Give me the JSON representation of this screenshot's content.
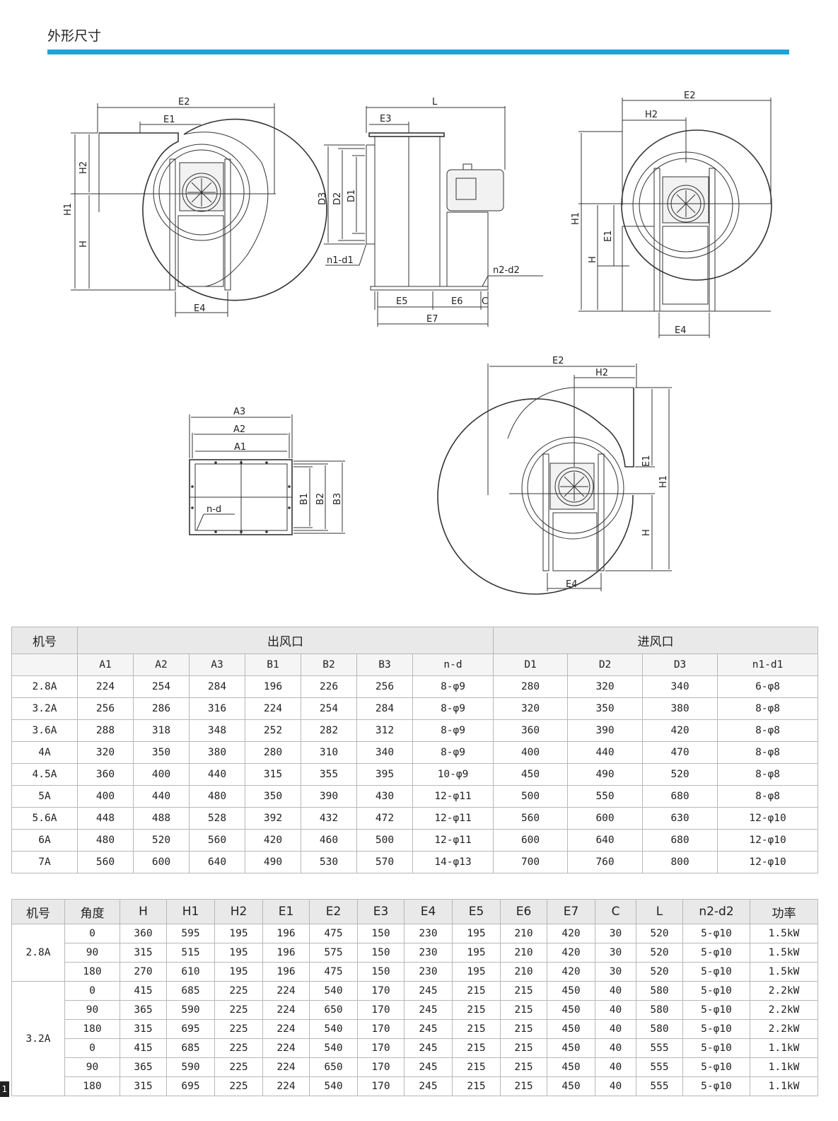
{
  "page": {
    "title": "外形尺寸",
    "page_number": "1",
    "accent_color": "#1ea3d8"
  },
  "drawings": {
    "front_view": {
      "E2": "E2",
      "E1": "E1",
      "H2": "H2",
      "H1": "H1",
      "H": "H",
      "E4": "E4"
    },
    "side_view": {
      "L": "L",
      "E3": "E3",
      "D3": "D3",
      "D2": "D2",
      "D1": "D1",
      "n1d1": "n1-d1",
      "n2d2": "n2-d2",
      "E5": "E5",
      "E6": "E6",
      "C": "C",
      "E7": "E7"
    },
    "right_view": {
      "E2": "E2",
      "H2": "H2",
      "H1": "H1",
      "E1": "E1",
      "H": "H",
      "E4": "E4"
    },
    "outlet_view": {
      "A3": "A3",
      "A2": "A2",
      "A1": "A1",
      "nd": "n-d",
      "B1": "B1",
      "B2": "B2",
      "B3": "B3"
    },
    "rotated_view": {
      "E2": "E2",
      "H2": "H2",
      "E1": "E1",
      "H1": "H1",
      "H": "H",
      "E4": "E4"
    }
  },
  "table1": {
    "h_model": "机号",
    "h_outlet": "出风口",
    "h_inlet": "进风口",
    "subheaders": [
      "A1",
      "A2",
      "A3",
      "B1",
      "B2",
      "B3",
      "n-d",
      "D1",
      "D2",
      "D3",
      "n1-d1"
    ],
    "rows": [
      [
        "2.8A",
        "224",
        "254",
        "284",
        "196",
        "226",
        "256",
        "8-φ9",
        "280",
        "320",
        "340",
        "6-φ8"
      ],
      [
        "3.2A",
        "256",
        "286",
        "316",
        "224",
        "254",
        "284",
        "8-φ9",
        "320",
        "350",
        "380",
        "8-φ8"
      ],
      [
        "3.6A",
        "288",
        "318",
        "348",
        "252",
        "282",
        "312",
        "8-φ9",
        "360",
        "390",
        "420",
        "8-φ8"
      ],
      [
        "4A",
        "320",
        "350",
        "380",
        "280",
        "310",
        "340",
        "8-φ9",
        "400",
        "440",
        "470",
        "8-φ8"
      ],
      [
        "4.5A",
        "360",
        "400",
        "440",
        "315",
        "355",
        "395",
        "10-φ9",
        "450",
        "490",
        "520",
        "8-φ8"
      ],
      [
        "5A",
        "400",
        "440",
        "480",
        "350",
        "390",
        "430",
        "12-φ11",
        "500",
        "550",
        "680",
        "8-φ8"
      ],
      [
        "5.6A",
        "448",
        "488",
        "528",
        "392",
        "432",
        "472",
        "12-φ11",
        "560",
        "600",
        "630",
        "12-φ10"
      ],
      [
        "6A",
        "480",
        "520",
        "560",
        "420",
        "460",
        "500",
        "12-φ11",
        "600",
        "640",
        "680",
        "12-φ10"
      ],
      [
        "7A",
        "560",
        "600",
        "640",
        "490",
        "530",
        "570",
        "14-φ13",
        "700",
        "760",
        "800",
        "12-φ10"
      ]
    ]
  },
  "table2": {
    "headers": [
      "机号",
      "角度",
      "H",
      "H1",
      "H2",
      "E1",
      "E2",
      "E3",
      "E4",
      "E5",
      "E6",
      "E7",
      "C",
      "L",
      "n2-d2",
      "功率"
    ],
    "groups": [
      {
        "model": "2.8A",
        "rows": [
          [
            "0",
            "360",
            "595",
            "195",
            "196",
            "475",
            "150",
            "230",
            "195",
            "210",
            "420",
            "30",
            "520",
            "5-φ10",
            "1.5kW"
          ],
          [
            "90",
            "315",
            "515",
            "195",
            "196",
            "575",
            "150",
            "230",
            "195",
            "210",
            "420",
            "30",
            "520",
            "5-φ10",
            "1.5kW"
          ],
          [
            "180",
            "270",
            "610",
            "195",
            "196",
            "475",
            "150",
            "230",
            "195",
            "210",
            "420",
            "30",
            "520",
            "5-φ10",
            "1.5kW"
          ]
        ]
      },
      {
        "model": "3.2A",
        "rows": [
          [
            "0",
            "415",
            "685",
            "225",
            "224",
            "540",
            "170",
            "245",
            "215",
            "215",
            "450",
            "40",
            "580",
            "5-φ10",
            "2.2kW"
          ],
          [
            "90",
            "365",
            "590",
            "225",
            "224",
            "650",
            "170",
            "245",
            "215",
            "215",
            "450",
            "40",
            "580",
            "5-φ10",
            "2.2kW"
          ],
          [
            "180",
            "315",
            "695",
            "225",
            "224",
            "540",
            "170",
            "245",
            "215",
            "215",
            "450",
            "40",
            "580",
            "5-φ10",
            "2.2kW"
          ],
          [
            "0",
            "415",
            "685",
            "225",
            "224",
            "540",
            "170",
            "245",
            "215",
            "215",
            "450",
            "40",
            "555",
            "5-φ10",
            "1.1kW"
          ],
          [
            "90",
            "365",
            "590",
            "225",
            "224",
            "650",
            "170",
            "245",
            "215",
            "215",
            "450",
            "40",
            "555",
            "5-φ10",
            "1.1kW"
          ],
          [
            "180",
            "315",
            "695",
            "225",
            "224",
            "540",
            "170",
            "245",
            "215",
            "215",
            "450",
            "40",
            "555",
            "5-φ10",
            "1.1kW"
          ]
        ]
      }
    ]
  }
}
